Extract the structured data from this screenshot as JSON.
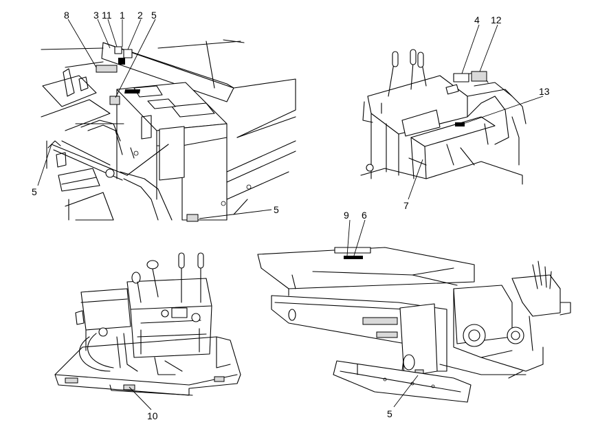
{
  "callouts": [
    {
      "id": "c8",
      "text": "8"
    },
    {
      "id": "c3",
      "text": "3"
    },
    {
      "id": "c11",
      "text": "11"
    },
    {
      "id": "c1",
      "text": "1"
    },
    {
      "id": "c2",
      "text": "2"
    },
    {
      "id": "c5a",
      "text": "5"
    },
    {
      "id": "c5b",
      "text": "5"
    },
    {
      "id": "c5c",
      "text": "5"
    },
    {
      "id": "c4",
      "text": "4"
    },
    {
      "id": "c12",
      "text": "12"
    },
    {
      "id": "c13",
      "text": "13"
    },
    {
      "id": "c7",
      "text": "7"
    },
    {
      "id": "c10",
      "text": "10"
    },
    {
      "id": "c9",
      "text": "9"
    },
    {
      "id": "c6",
      "text": "6"
    },
    {
      "id": "c5d",
      "text": "5"
    }
  ],
  "colors": {
    "line": "#000000",
    "background": "#ffffff",
    "decal": "#d9d9d9"
  }
}
